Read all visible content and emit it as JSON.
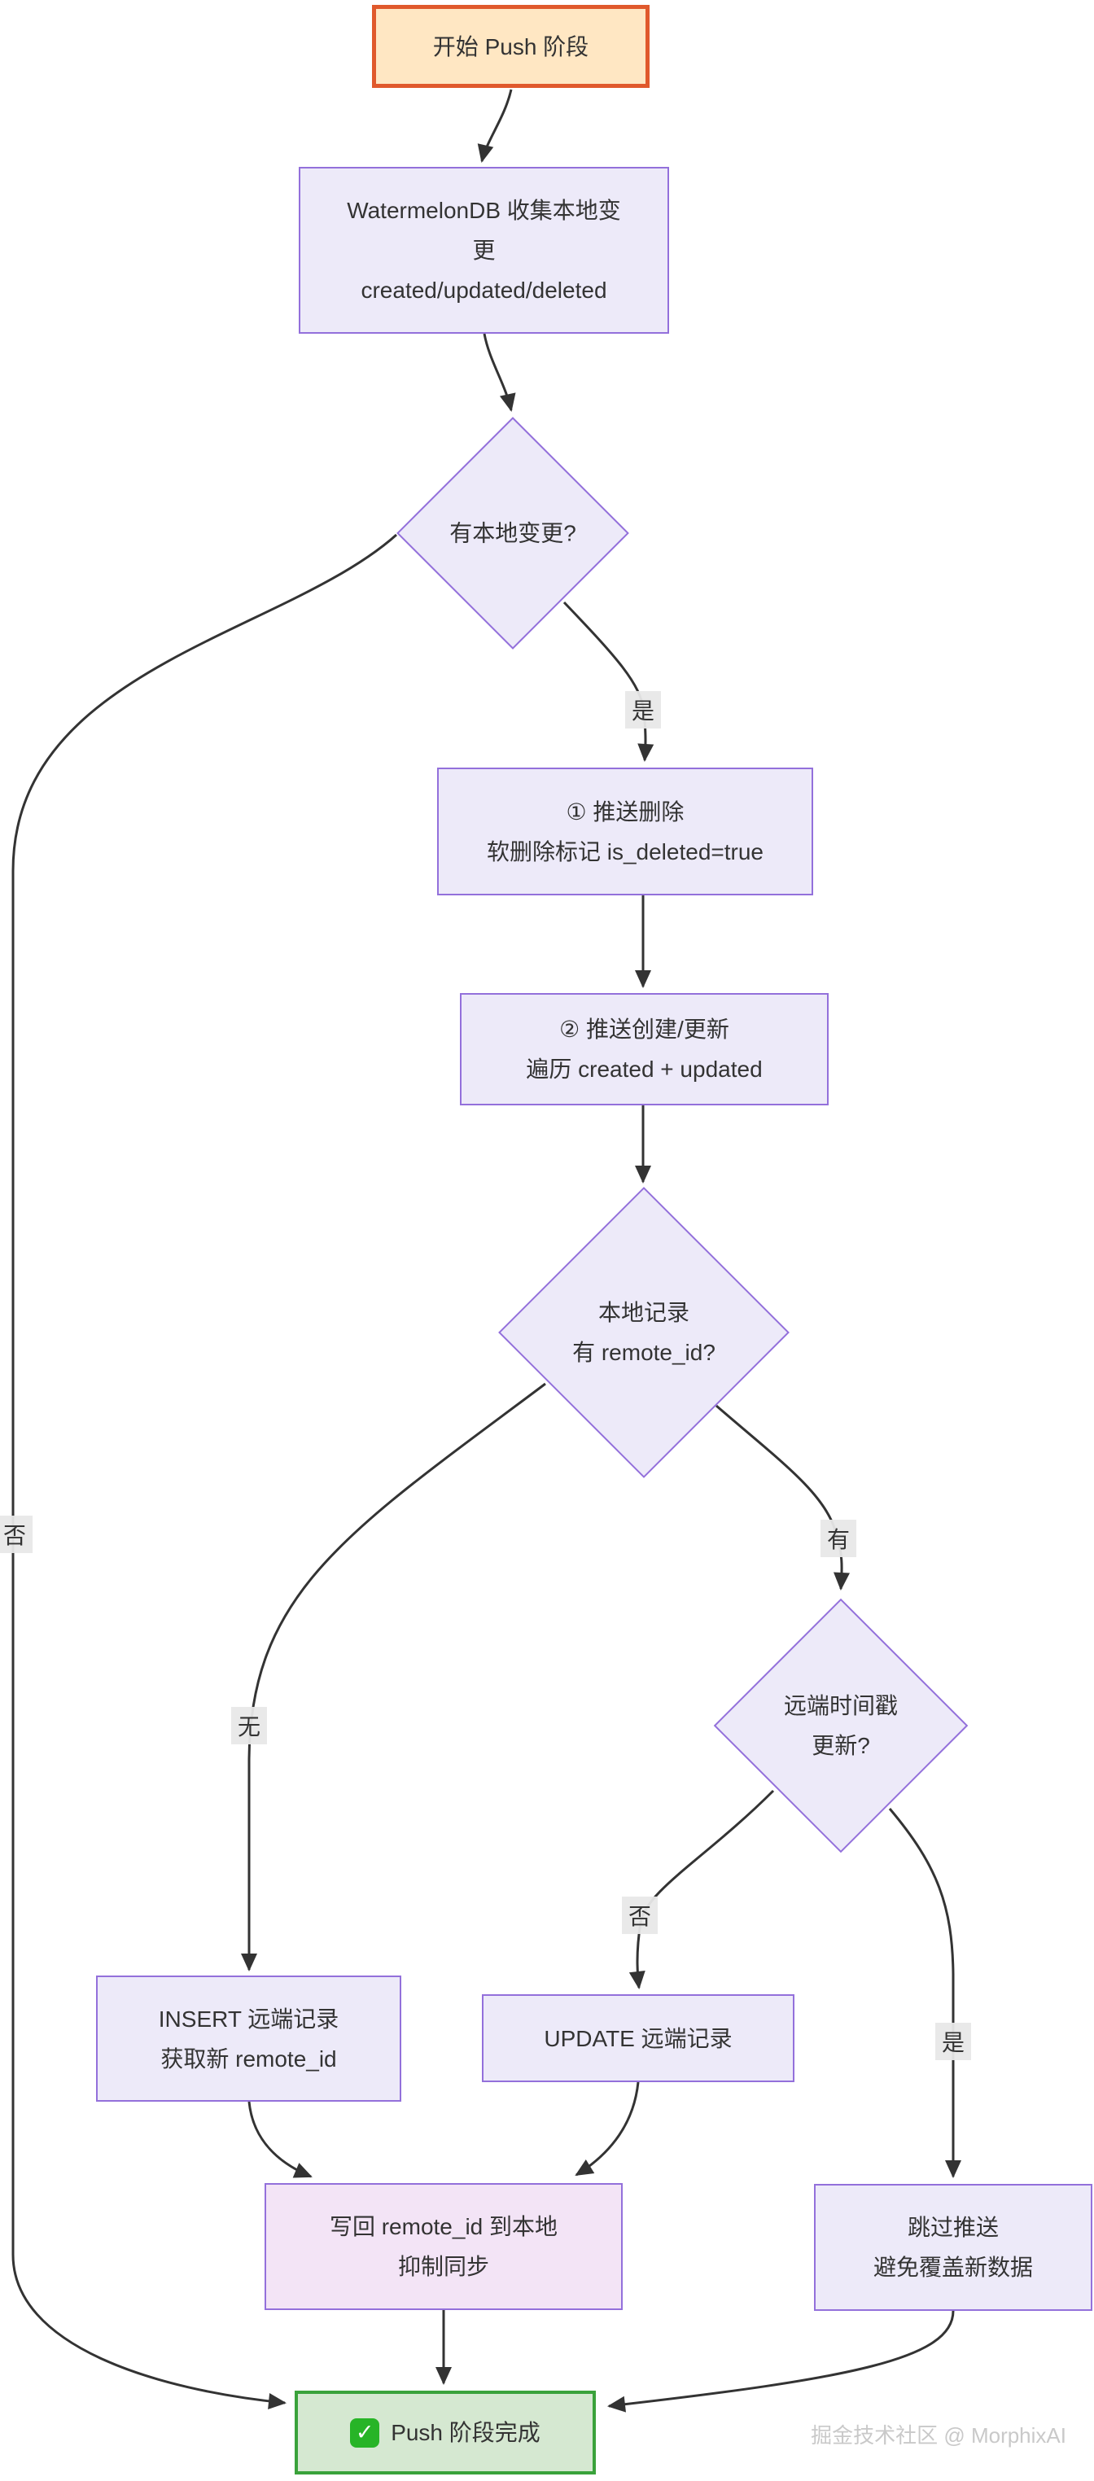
{
  "diagram": {
    "watermark": "掘金技术社区 @ MorphixAI"
  },
  "colors": {
    "start_border": "#E0592C",
    "start_fill": "#FFE7C3",
    "node_border": "#9370DB",
    "node_fill": "#EDEAF9",
    "writeback_fill": "#F3E4F6",
    "end_border": "#3AA23B",
    "end_fill": "#D5E8D1",
    "edge": "#333333",
    "edge_label_bg": "#E8E8E8"
  },
  "nodes": {
    "start": {
      "lines": [
        "开始 Push 阶段"
      ]
    },
    "collect": {
      "lines": [
        "WatermelonDB 收集本地变",
        "更",
        "created/updated/deleted"
      ]
    },
    "has_changes": {
      "lines": [
        "有本地变更?"
      ]
    },
    "push_delete": {
      "lines": [
        "① 推送删除",
        "软删除标记 is_deleted=true"
      ]
    },
    "push_upsert": {
      "lines": [
        "② 推送创建/更新",
        "遍历 created + updated"
      ]
    },
    "has_remote_id": {
      "lines": [
        "本地记录",
        "有 remote_id?"
      ]
    },
    "remote_newer": {
      "lines": [
        "远端时间戳",
        "更新?"
      ]
    },
    "insert_remote": {
      "lines": [
        "INSERT 远端记录",
        "获取新 remote_id"
      ]
    },
    "update_remote": {
      "lines": [
        "UPDATE 远端记录"
      ]
    },
    "skip_push": {
      "lines": [
        "跳过推送",
        "避免覆盖新数据"
      ]
    },
    "write_back": {
      "lines": [
        "写回 remote_id 到本地",
        "抑制同步"
      ]
    },
    "end": {
      "icon": "✓",
      "label": "Push 阶段完成"
    }
  },
  "edge_labels": {
    "yes1": "是",
    "no1": "否",
    "none": "无",
    "has": "有",
    "no2": "否",
    "yes2": "是"
  }
}
